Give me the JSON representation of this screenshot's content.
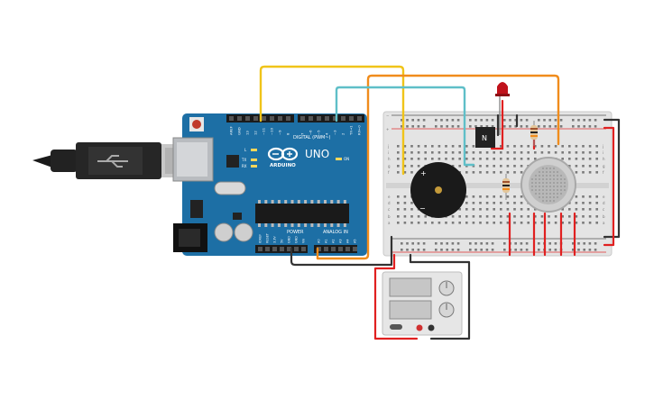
{
  "arduino": {
    "logo_text": "ARDUINO",
    "model_label": "UNO",
    "digital_header_label": "DIGITAL (PWM~)",
    "power_label": "POWER",
    "analog_label": "ANALOG IN",
    "tx_label": "TX",
    "rx_label": "RX",
    "l_label": "L",
    "on_label": "ON",
    "top_pin_labels": [
      "AREF",
      "GND",
      "13",
      "12",
      "~11",
      "~10",
      "~9",
      "8",
      "7",
      "~6",
      "~5",
      "4",
      "~3",
      "2",
      "TX→1",
      "RX←0"
    ],
    "power_pin_labels": [
      "IOREF",
      "RESET",
      "3.3V",
      "5V",
      "GND",
      "GND",
      "Vin"
    ],
    "analog_pin_labels": [
      "A0",
      "A1",
      "A2",
      "A3",
      "A4",
      "A5"
    ]
  },
  "transistor": {
    "label": "N"
  },
  "buzzer": {
    "plus": "+",
    "minus": "−"
  },
  "breadboard": {
    "top_letters": [
      "j",
      "i",
      "h",
      "g",
      "f"
    ],
    "bottom_letters": [
      "e",
      "d",
      "c",
      "b",
      "a"
    ],
    "rail_plus": "+",
    "rail_minus": "−"
  },
  "colors": {
    "board": "#1d6fa5",
    "wire_yellow": "#f0c419",
    "wire_orange": "#f08c1c",
    "wire_cyan": "#5fbfc8",
    "wire_red": "#e02020",
    "wire_black": "#333333",
    "led": "#c0121b"
  }
}
